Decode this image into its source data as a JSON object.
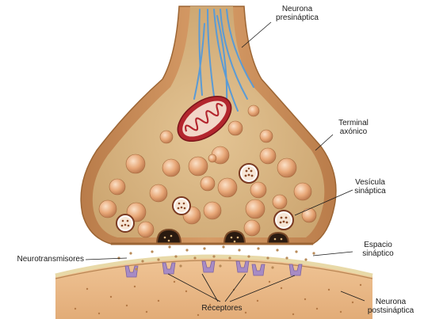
{
  "labels": {
    "presynaptic_line1": "Neurona",
    "presynaptic_line2": "presináptica",
    "terminal_line1": "Terminal",
    "terminal_line2": "axónico",
    "vesicle_line1": "Vesícula",
    "vesicle_line2": "sináptica",
    "cleft_line1": "Espacio",
    "cleft_line2": "sináptico",
    "neurotransmitters": "Neurotransmisores",
    "receptors": "Receptores",
    "postsynaptic_line1": "Neurona",
    "postsynaptic_line2": "postsináptica"
  },
  "colors": {
    "membrane": "#c98f5c",
    "cytoplasm": "#dcb988",
    "cytoplasm_dark": "#c9a06c",
    "vesicle": "#e8a878",
    "mitochondrion": "#b3262e",
    "microtubule": "#5b9bd5",
    "postsynaptic": "#eab98a",
    "receptor": "#a78bc4",
    "neurotransmitter": "#b88a58"
  }
}
